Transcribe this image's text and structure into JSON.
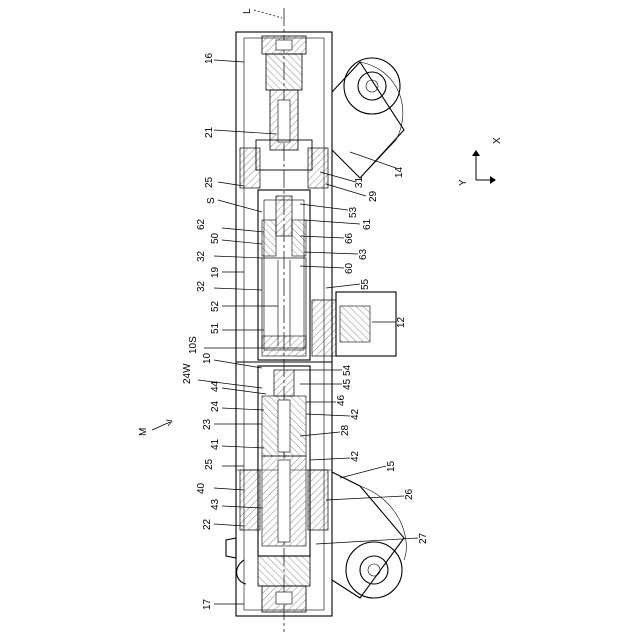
{
  "figure": {
    "axis_label": "L",
    "assembly_label": "M",
    "coord_x": "X",
    "coord_y": "Y",
    "labels": {
      "n16": "16",
      "n21": "21",
      "n25a": "25",
      "nS": "S",
      "n62": "62",
      "n50": "50",
      "n32a": "32",
      "n19": "19",
      "n32b": "32",
      "n52": "52",
      "n51": "51",
      "n10S": "10S",
      "n10": "10",
      "n24W": "24W",
      "n44": "44",
      "n24": "24",
      "n23": "23",
      "n41": "41",
      "n25b": "25",
      "n40": "40",
      "n43": "43",
      "n22": "22",
      "n17": "17",
      "n14": "14",
      "n31": "31",
      "n29": "29",
      "n53": "53",
      "n61": "61",
      "n66": "66",
      "n63": "63",
      "n60": "60",
      "n55": "55",
      "n12": "12",
      "n54": "54",
      "n45": "45",
      "n46": "46",
      "n42a": "42",
      "n28": "28",
      "n42b": "42",
      "n15": "15",
      "n26": "26",
      "n27": "27"
    }
  }
}
